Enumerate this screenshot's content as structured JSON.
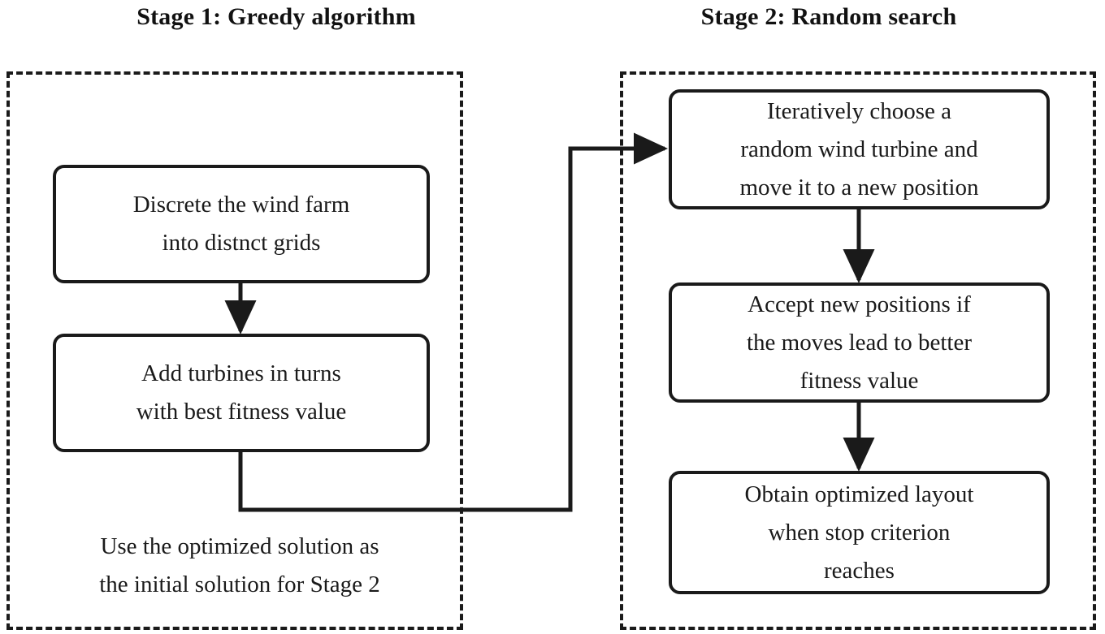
{
  "diagram": {
    "title_left": "Stage 1: Greedy algorithm",
    "title_right": "Stage 2: Random search",
    "stroke_color": "#1a1a1a",
    "background_color": "#ffffff"
  },
  "stage1": {
    "label": "Stage 1: Greedy algorithm",
    "boxes": [
      {
        "id": "discretize",
        "text": "Discrete the wind farm\ninto distnct grids"
      },
      {
        "id": "add-turbines",
        "text": "Add turbines in turns\nwith best fitness value"
      }
    ],
    "caption": "Use the optimized solution as\nthe initial solution for Stage 2"
  },
  "stage2": {
    "label": "Stage 2: Random search",
    "boxes": [
      {
        "id": "iterate",
        "text": "Iteratively choose a\nrandom wind turbine and\nmove it to a new position"
      },
      {
        "id": "accept",
        "text": "Accept new positions if\nthe moves lead to better\nfitness value"
      },
      {
        "id": "obtain",
        "text": "Obtain optimized layout\nwhen stop criterion\nreaches"
      }
    ]
  },
  "connectors": [
    {
      "id": "discretize-to-add",
      "from": "discretize",
      "to": "add-turbines",
      "arrow": true
    },
    {
      "id": "add-turbines-to-iterate",
      "from": "add-turbines",
      "to": "iterate",
      "arrow": true
    },
    {
      "id": "iterate-to-accept",
      "from": "iterate",
      "to": "accept",
      "arrow": true
    },
    {
      "id": "accept-to-obtain",
      "from": "accept",
      "to": "obtain",
      "arrow": true
    }
  ]
}
